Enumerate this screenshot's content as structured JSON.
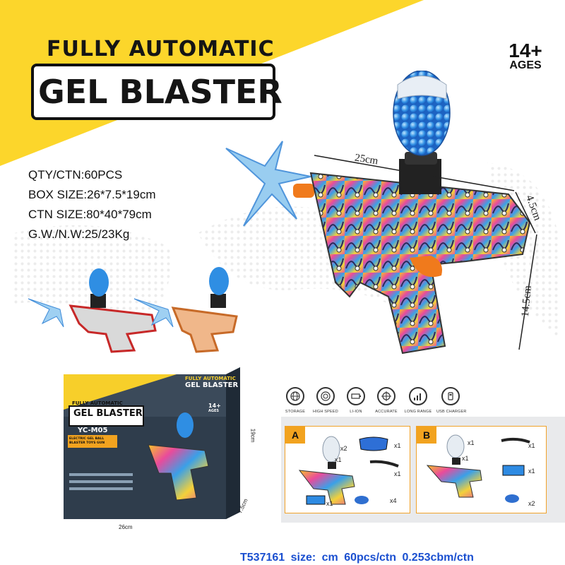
{
  "headline": {
    "line1": "FULLY AUTOMATIC",
    "line2": "GEL BLASTER"
  },
  "age": {
    "number": "14+",
    "label": "AGES"
  },
  "specs": [
    "QTY/CTN:60PCS",
    "BOX SIZE:26*7.5*19cm",
    "CTN SIZE:80*40*79cm",
    "G.W./N.W:25/23Kg"
  ],
  "dimensions": {
    "length": "25cm",
    "width": "4.5cm",
    "height": "14.5cm"
  },
  "package": {
    "badge_line1": "FULLY AUTOMATIC",
    "badge_line2": "GEL BLASTER",
    "brand_line1": "FULLY AUTOMATIC",
    "brand_line2": "GEL BLASTER",
    "model": "YC-M05",
    "tagline": "ELECTRIC GEL BALL BLASTER TOYS GUN",
    "age_number": "14+",
    "age_label": "AGES",
    "width_label": "26cm",
    "depth_label": "7.5cm",
    "height_label": "19cm"
  },
  "features": [
    {
      "label": "STORAGE",
      "icon": "globe-icon"
    },
    {
      "label": "HIGH SPEED",
      "icon": "speed-icon"
    },
    {
      "label": "LI-ION",
      "icon": "battery-icon"
    },
    {
      "label": "ACCURATE",
      "icon": "target-icon"
    },
    {
      "label": "LONG RANGE",
      "icon": "range-icon"
    },
    {
      "label": "USB CHARGER",
      "icon": "usb-icon"
    }
  ],
  "option_a": {
    "tag": "A",
    "items": [
      "x2",
      "x1",
      "x1",
      "x1",
      "x1",
      "x4"
    ]
  },
  "option_b": {
    "tag": "B",
    "items": [
      "x1",
      "x1",
      "x1",
      "x1",
      "x2"
    ]
  },
  "footer": "T537161   size: cm   60pcs/ctn  0.253cbm/ctn",
  "colors": {
    "banner_yellow": "#fcd62b",
    "accent_orange": "#f2a31f",
    "footer_blue": "#1a4fd0",
    "pack_dark": "#3b4a5a"
  }
}
